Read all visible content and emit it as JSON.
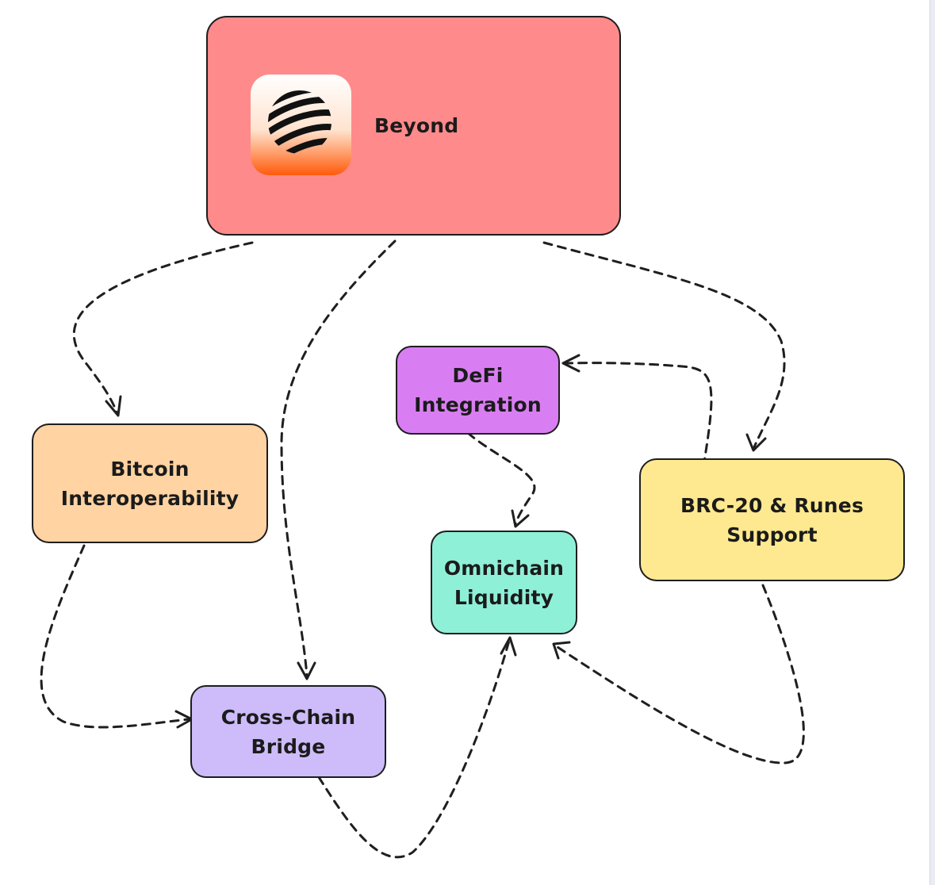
{
  "diagram": {
    "nodes": {
      "beyond": {
        "label": "Beyond",
        "fill": "#ff8a8b"
      },
      "bitcoin": {
        "label": "Bitcoin\nInteroperability",
        "fill": "#ffd3a2"
      },
      "defi": {
        "label": "DeFi\nIntegration",
        "fill": "#d97ef2"
      },
      "omnichain": {
        "label": "Omnichain\nLiquidity",
        "fill": "#8ff0d8"
      },
      "brc": {
        "label": "BRC-20 & Runes\nSupport",
        "fill": "#ffe990"
      },
      "bridge": {
        "label": "Cross-Chain\nBridge",
        "fill": "#cdbcf9"
      }
    },
    "edges": [
      {
        "from": "beyond",
        "to": "bitcoin"
      },
      {
        "from": "beyond",
        "to": "bridge"
      },
      {
        "from": "beyond",
        "to": "brc"
      },
      {
        "from": "brc",
        "to": "defi"
      },
      {
        "from": "defi",
        "to": "omnichain"
      },
      {
        "from": "brc",
        "to": "omnichain"
      },
      {
        "from": "bitcoin",
        "to": "bridge"
      },
      {
        "from": "bridge",
        "to": "omnichain"
      }
    ],
    "logo_icon": "beyond-striped-sphere-logo-icon"
  }
}
